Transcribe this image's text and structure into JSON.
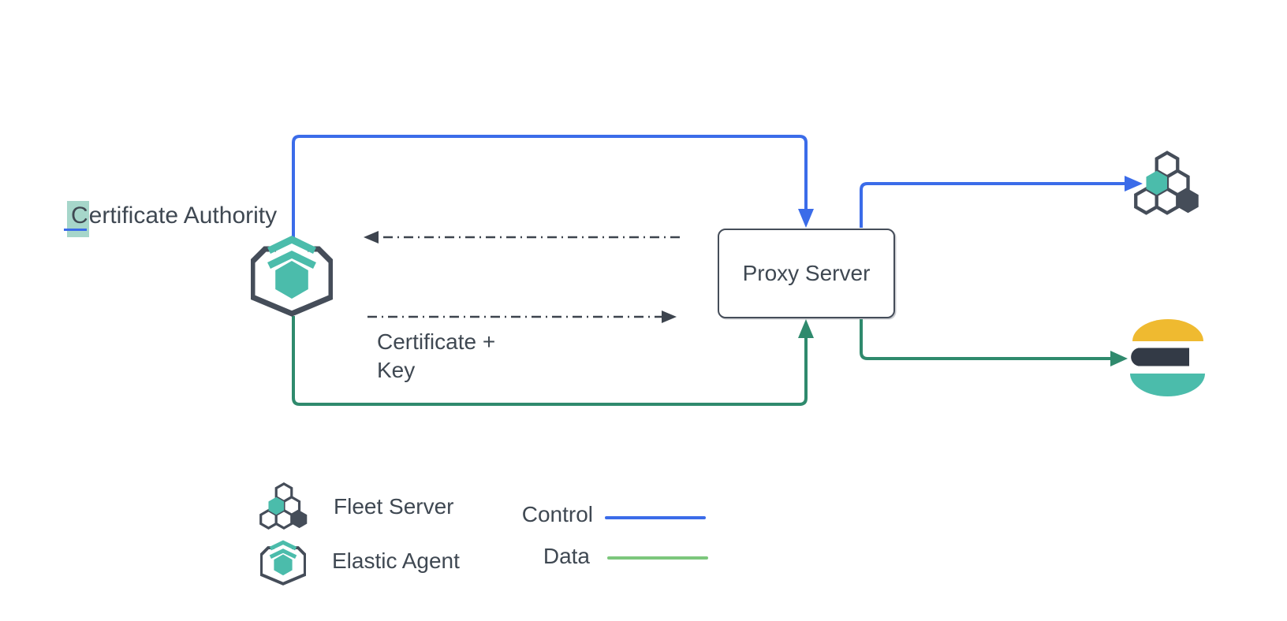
{
  "colors": {
    "control-blue": "#3b6ce9",
    "data-green": "#2f8a6d",
    "legend-data-green": "#7cc77c",
    "teal": "#4bbcab",
    "dark-slate": "#454d59",
    "text-color": "#3f4852",
    "es-yellow": "#efba30",
    "es-dark": "#333a46",
    "highlight-teal": "#a6d6ca",
    "dash-gray": "#3d444e"
  },
  "nodes": {
    "certificate_authority": {
      "label": "Certificate Authority",
      "highlighted_prefix": "C",
      "label_rest": "ertificate Authority",
      "icon": "elastic-agent-icon"
    },
    "proxy_server": {
      "label": "Proxy Server"
    },
    "fleet_server": {
      "icon": "fleet-server-icon"
    },
    "elasticsearch": {
      "icon": "elasticsearch-logo"
    }
  },
  "edges": [
    {
      "id": "control-agent-to-proxy",
      "type": "control",
      "from": "certificate-authority-agent",
      "to": "proxy-server",
      "label": ""
    },
    {
      "id": "control-proxy-to-fleet",
      "type": "control",
      "from": "proxy-server",
      "to": "fleet-server",
      "label": ""
    },
    {
      "id": "data-agent-to-proxy",
      "type": "data",
      "from": "certificate-authority-agent",
      "to": "proxy-server",
      "label": ""
    },
    {
      "id": "data-proxy-to-elasticsearch",
      "type": "data",
      "from": "proxy-server",
      "to": "elasticsearch",
      "label": ""
    },
    {
      "id": "dashed-proxy-to-agent",
      "type": "dashed",
      "from": "proxy-server",
      "to": "certificate-authority-agent",
      "label": ""
    },
    {
      "id": "dashed-agent-to-proxy",
      "type": "dashed",
      "from": "certificate-authority-agent",
      "to": "proxy-server",
      "label": "Certificate + Key"
    }
  ],
  "legend": {
    "items": [
      {
        "icon": "fleet-server-icon",
        "label": "Fleet Server"
      },
      {
        "icon": "elastic-agent-icon",
        "label": "Elastic Agent"
      }
    ],
    "lines": [
      {
        "label": "Control",
        "color": "#3b6ce9"
      },
      {
        "label": "Data",
        "color": "#7cc77c"
      }
    ]
  }
}
